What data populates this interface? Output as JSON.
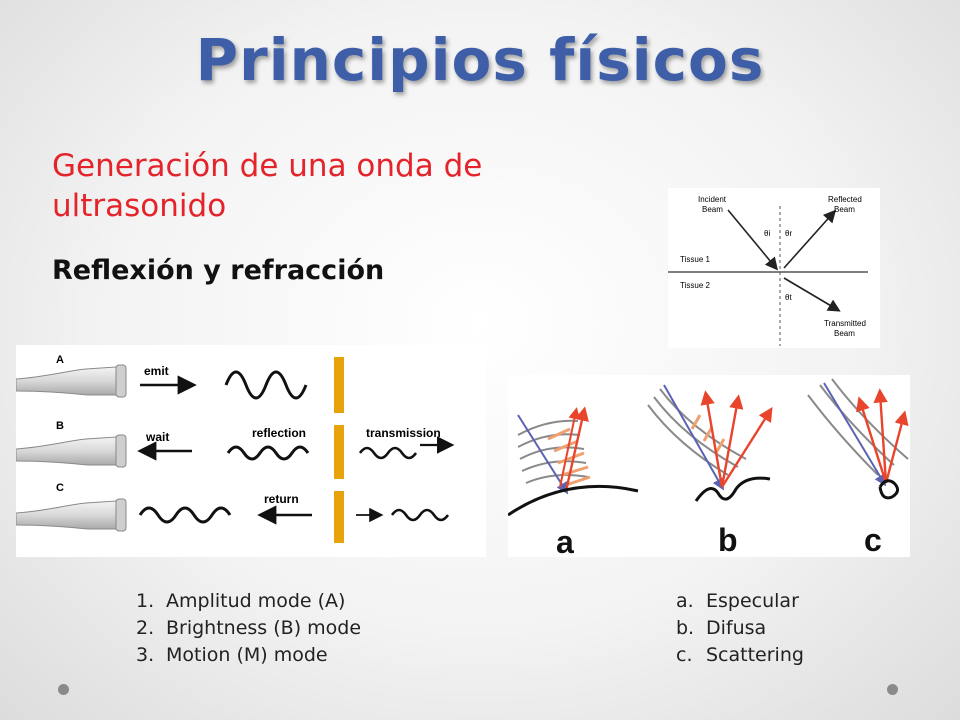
{
  "slide": {
    "title": "Principios físicos",
    "subtitle": "Generación de una onda de ultrasonido",
    "section": "Reflexión y refracción"
  },
  "reflection_diagram": {
    "incident": [
      "Incident",
      "Beam"
    ],
    "reflected": [
      "Reflected",
      "Beam"
    ],
    "transmitted": [
      "Transmitted",
      "Beam"
    ],
    "tissue1": "Tissue 1",
    "tissue2": "Tissue 2",
    "theta_i": "θi",
    "theta_r": "θr",
    "theta_t": "θt"
  },
  "modes_diagram": {
    "rows": [
      "A",
      "B",
      "C"
    ],
    "emit": "emit",
    "wait": "wait",
    "reflection": "reflection",
    "transmission": "transmission",
    "return": "return"
  },
  "types_diagram": {
    "labels": [
      "a",
      "b",
      "c"
    ]
  },
  "modes_list": [
    {
      "num": "1.",
      "text": "Amplitud mode (A)"
    },
    {
      "num": "2.",
      "text": "Brightness (B) mode"
    },
    {
      "num": "3.",
      "text": "Motion (M) mode"
    }
  ],
  "types_list": [
    {
      "num": "a.",
      "text": "Especular"
    },
    {
      "num": "b.",
      "text": "Difusa"
    },
    {
      "num": "c.",
      "text": "Scattering"
    }
  ],
  "colors": {
    "title": "#3e5fa8",
    "subtitle": "#e4232a",
    "reflector": "#e8a20c",
    "beam_red": "#e8452c",
    "beam_blue": "#5a63b4"
  }
}
